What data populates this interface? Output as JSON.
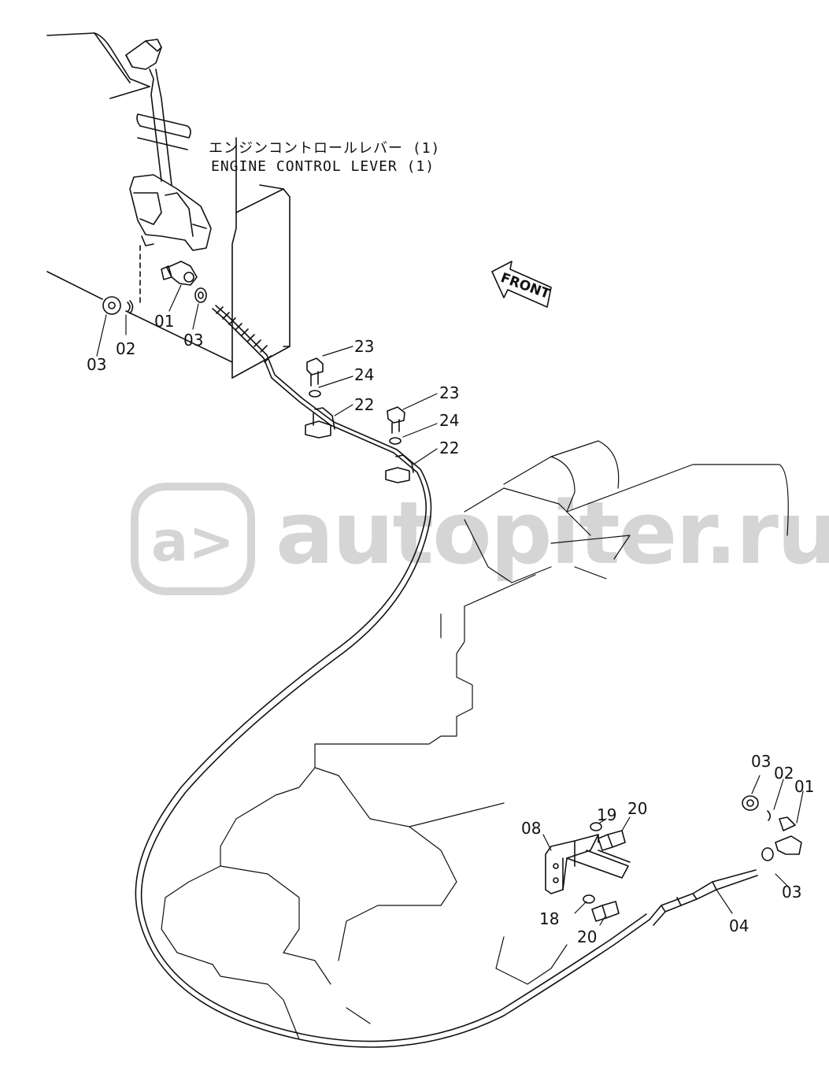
{
  "title": {
    "japanese": "エンジンコントロールレバー (1)",
    "english": "ENGINE CONTROL LEVER (1)"
  },
  "front_label": "FRONT",
  "watermark": {
    "text": "autopiter.ru",
    "logo_glyph": "a>"
  },
  "callouts": [
    {
      "id": "c1",
      "label": "01"
    },
    {
      "id": "c2",
      "label": "03"
    },
    {
      "id": "c3",
      "label": "02"
    },
    {
      "id": "c4",
      "label": "03"
    },
    {
      "id": "c5",
      "label": "23"
    },
    {
      "id": "c6",
      "label": "24"
    },
    {
      "id": "c7",
      "label": "22"
    },
    {
      "id": "c8",
      "label": "23"
    },
    {
      "id": "c9",
      "label": "24"
    },
    {
      "id": "c10",
      "label": "22"
    },
    {
      "id": "c11",
      "label": "03"
    },
    {
      "id": "c12",
      "label": "02"
    },
    {
      "id": "c13",
      "label": "01"
    },
    {
      "id": "c14",
      "label": "08"
    },
    {
      "id": "c15",
      "label": "19"
    },
    {
      "id": "c16",
      "label": "20"
    },
    {
      "id": "c17",
      "label": "03"
    },
    {
      "id": "c18",
      "label": "18"
    },
    {
      "id": "c19",
      "label": "20"
    },
    {
      "id": "c20",
      "label": "04"
    }
  ]
}
